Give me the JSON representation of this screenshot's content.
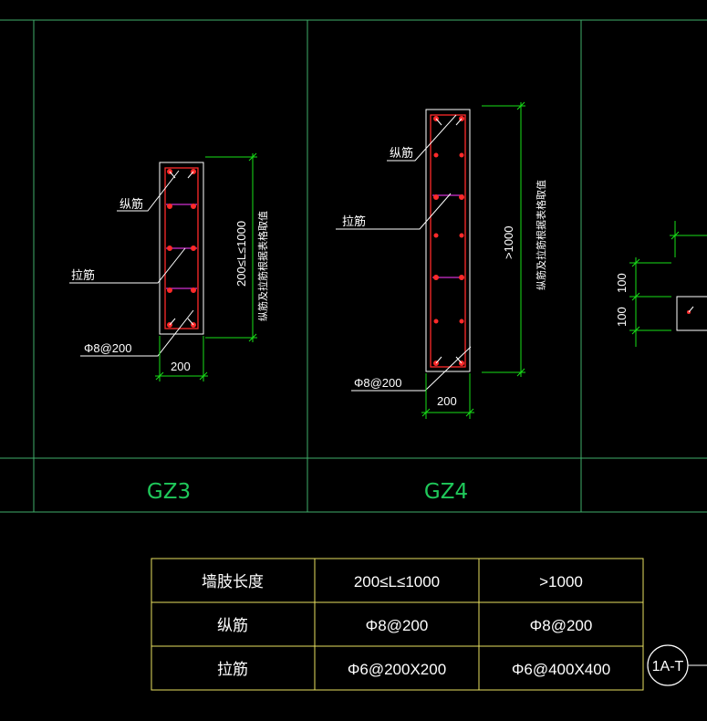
{
  "colors": {
    "background": "#000000",
    "grid": "#3fae6a",
    "outline": "#ffffff",
    "longitudinal_bar": "#ff2a2a",
    "tie": "#d030d0",
    "dimension": "#18e018",
    "label_text": "#ffffff",
    "title_text": "#1fc85a",
    "table_border": "#e8e060"
  },
  "gz3": {
    "title": "GZ3",
    "label_longitudinal": "纵筋",
    "label_tie": "拉筋",
    "label_stirrup": "Φ8@200",
    "dim_width": "200",
    "dim_length": "200≤L≤1000",
    "dim_note": "纵筋及拉筋根据表格取值"
  },
  "gz4": {
    "title": "GZ4",
    "label_longitudinal": "纵筋",
    "label_tie": "拉筋",
    "label_stirrup": "Φ8@200",
    "dim_width": "200",
    "dim_length": ">1000",
    "dim_note": "纵筋及拉筋根据表格取值"
  },
  "partial": {
    "dim_a": "100",
    "dim_b": "100"
  },
  "table": {
    "rows": [
      [
        "墙肢长度",
        "200≤L≤1000",
        ">1000"
      ],
      [
        "纵筋",
        "Φ8@200",
        "Φ8@200"
      ],
      [
        "拉筋",
        "Φ6@200X200",
        "Φ6@400X400"
      ]
    ]
  },
  "marker": {
    "text": "1A-T"
  }
}
